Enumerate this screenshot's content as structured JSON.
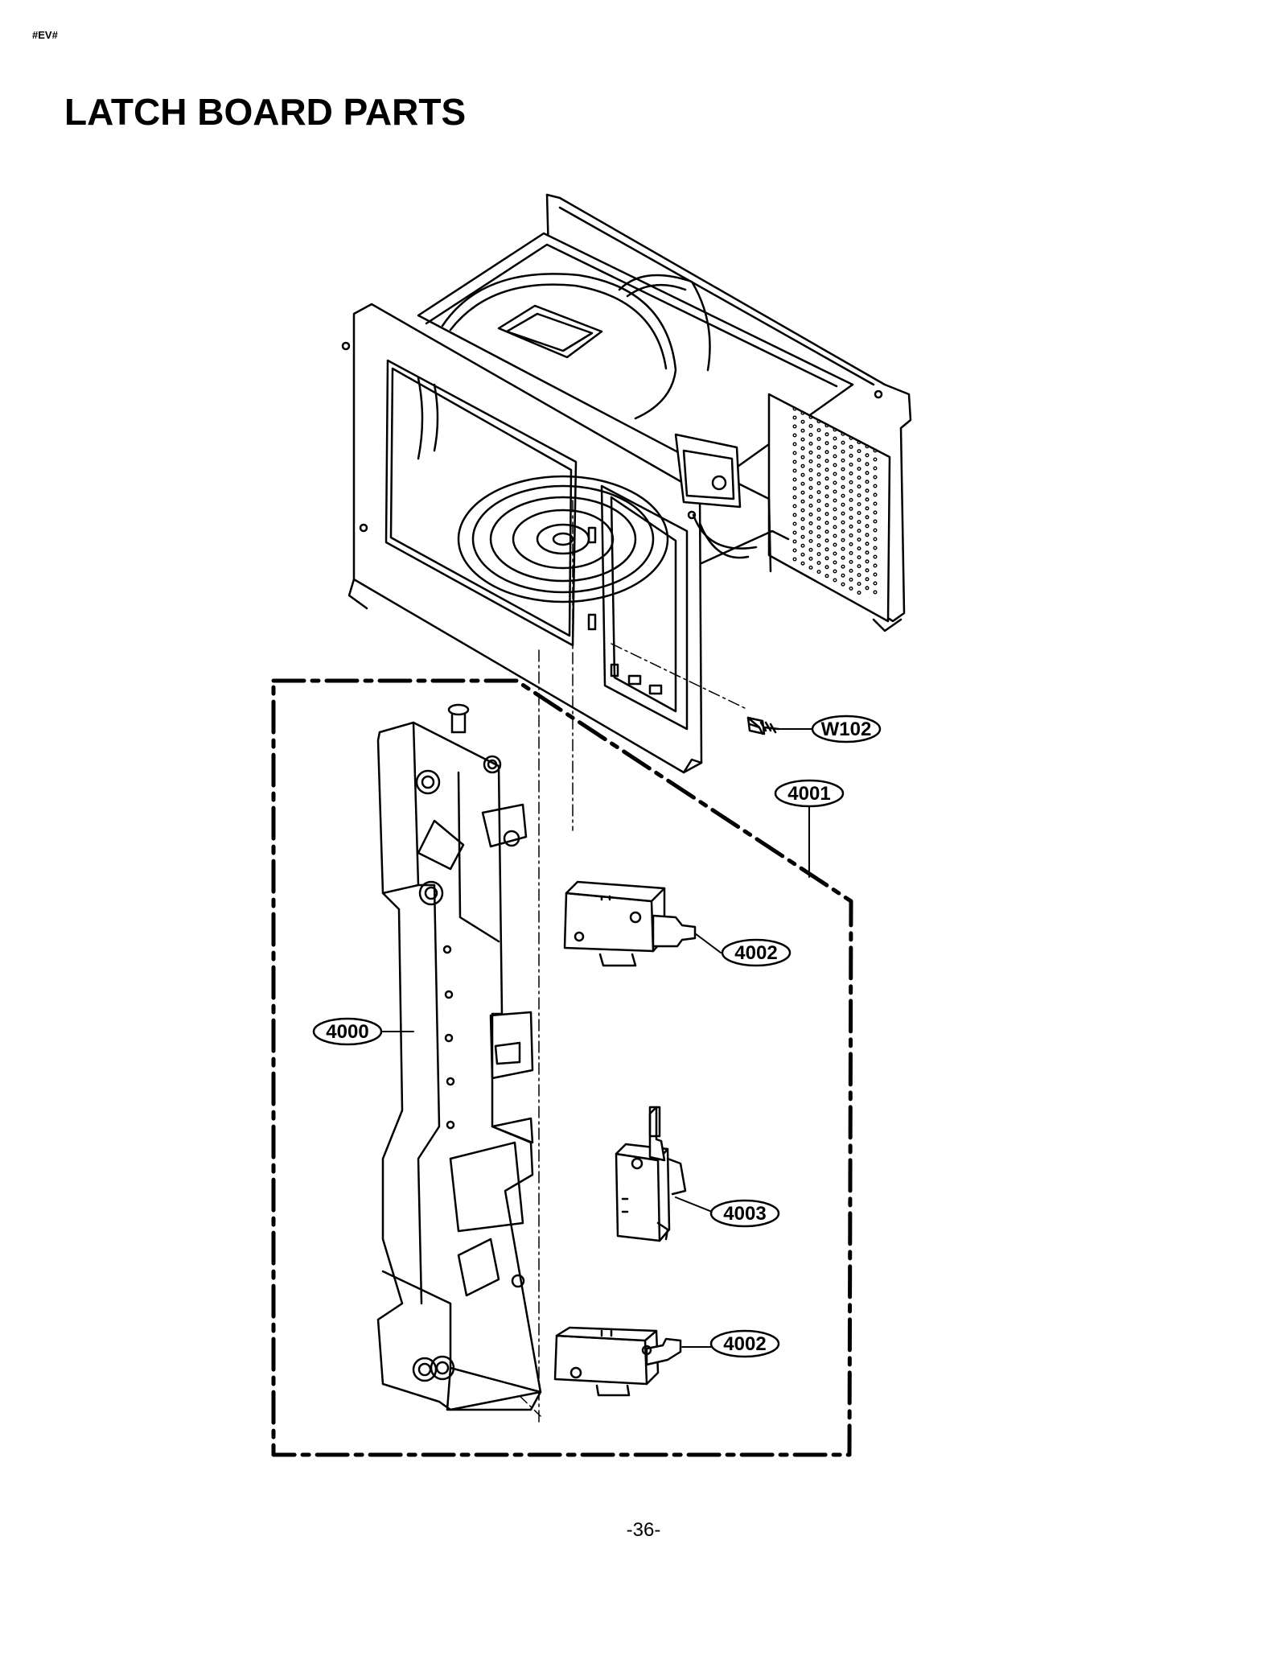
{
  "page": {
    "tag": "#EV#",
    "title": "LATCH BOARD PARTS",
    "page_number": "-36-"
  },
  "callouts": [
    {
      "id": "W102",
      "label": "W102"
    },
    {
      "id": "4001",
      "label": "4001"
    },
    {
      "id": "4002a",
      "label": "4002"
    },
    {
      "id": "4000",
      "label": "4000"
    },
    {
      "id": "4003",
      "label": "4003"
    },
    {
      "id": "4002b",
      "label": "4002"
    }
  ]
}
